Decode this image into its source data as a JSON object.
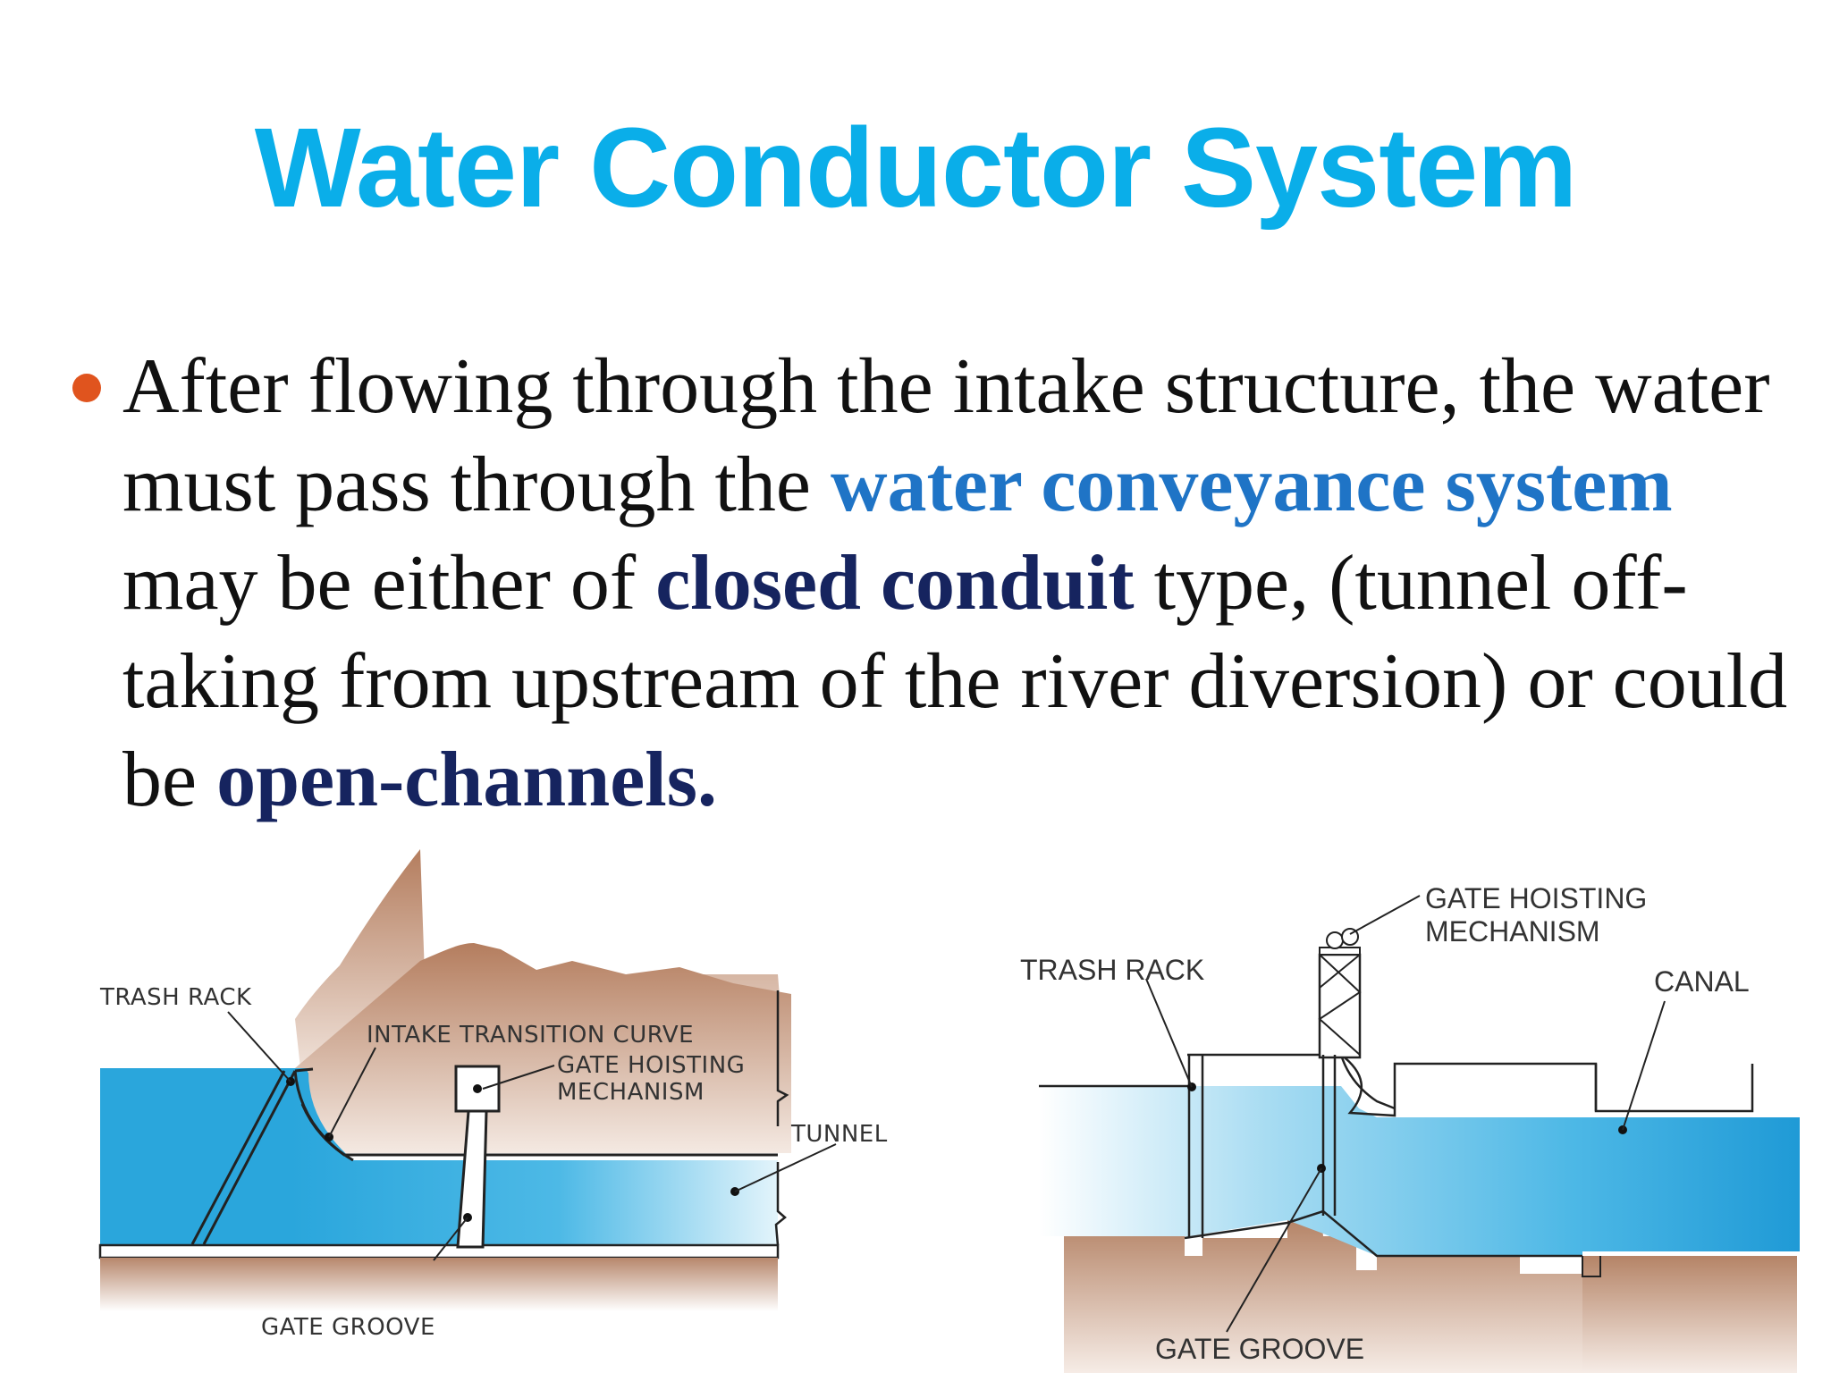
{
  "slide": {
    "title": "Water Conductor System",
    "bullet": {
      "part1": "After flowing through the intake structure, the water must pass through the ",
      "highlight_conveyance": "water conveyance system",
      "part2": " may be either of ",
      "highlight_closed": "closed conduit",
      "part3": " type, (tunnel off-taking from upstream of the river diversion) or could be ",
      "highlight_open": "open-channels."
    }
  },
  "diagram_left": {
    "labels": {
      "trash_rack": "TRASH RACK",
      "intake_curve": "INTAKE TRANSITION CURVE",
      "gate_hoisting_1": "GATE HOISTING",
      "gate_hoisting_2": "MECHANISM",
      "tunnel": "TUNNEL",
      "gate_groove": "GATE GROOVE"
    }
  },
  "diagram_right": {
    "labels": {
      "gate_hoisting_1": "GATE HOISTING",
      "gate_hoisting_2": "MECHANISM",
      "trash_rack": "TRASH RACK",
      "canal": "CANAL",
      "gate_groove": "GATE GROOVE"
    }
  },
  "colors": {
    "title": "#0aaee9",
    "bullet": "#e0541e",
    "highlight_blue": "#1f74c6",
    "highlight_navy": "#16245f",
    "water": "#2aa6dc",
    "earth": "#c99b80"
  }
}
